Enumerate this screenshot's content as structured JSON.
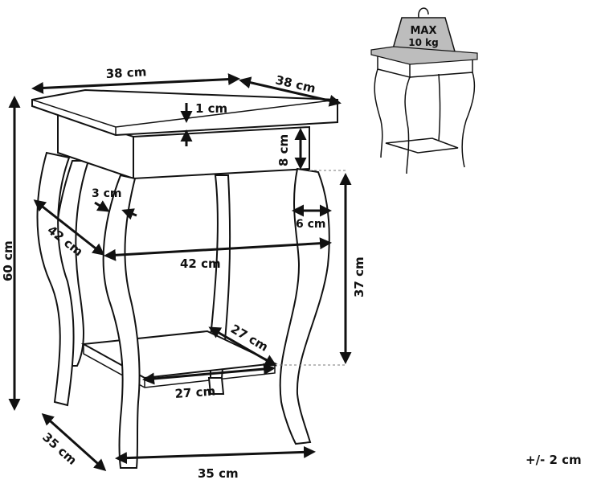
{
  "dimensions": {
    "top_width": "38 cm",
    "top_depth": "38 cm",
    "top_thickness": "1 cm",
    "apron_height": "8 cm",
    "leg_thickness": "3 cm",
    "leg_bulge": "6 cm",
    "diagonal_side": "42 cm",
    "diagonal_front": "42 cm",
    "leg_span_height": "37 cm",
    "total_height": "60 cm",
    "shelf_depth": "27 cm",
    "shelf_width": "27 cm",
    "base_depth": "35 cm",
    "base_width": "35 cm"
  },
  "weight_badge": {
    "line1": "MAX",
    "line2": "10 kg"
  },
  "tolerance": "+/- 2 cm"
}
